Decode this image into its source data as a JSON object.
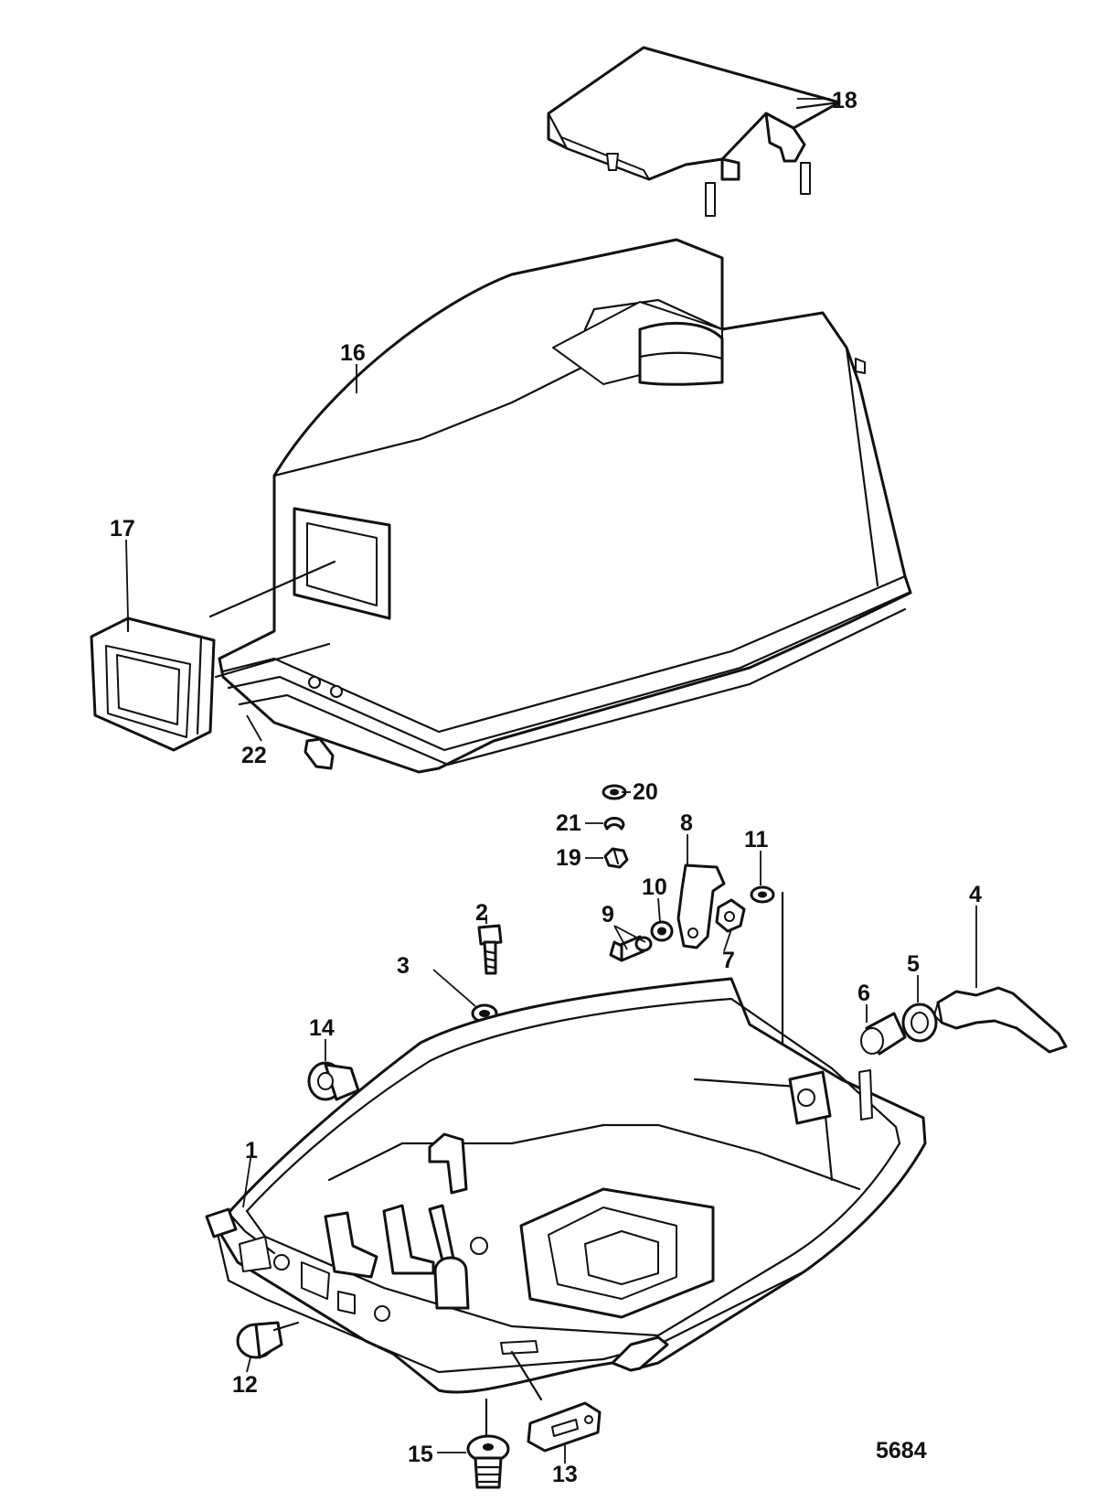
{
  "callouts": [
    {
      "id": "1",
      "text": "1"
    },
    {
      "id": "2",
      "text": "2"
    },
    {
      "id": "3",
      "text": "3"
    },
    {
      "id": "4",
      "text": "4"
    },
    {
      "id": "5",
      "text": "5"
    },
    {
      "id": "6",
      "text": "6"
    },
    {
      "id": "7",
      "text": "7"
    },
    {
      "id": "8",
      "text": "8"
    },
    {
      "id": "9",
      "text": "9"
    },
    {
      "id": "10",
      "text": "10"
    },
    {
      "id": "11",
      "text": "11"
    },
    {
      "id": "12",
      "text": "12"
    },
    {
      "id": "13",
      "text": "13"
    },
    {
      "id": "14",
      "text": "14"
    },
    {
      "id": "15",
      "text": "15"
    },
    {
      "id": "16",
      "text": "16"
    },
    {
      "id": "17",
      "text": "17"
    },
    {
      "id": "18",
      "text": "18"
    },
    {
      "id": "19",
      "text": "19"
    },
    {
      "id": "20",
      "text": "20"
    },
    {
      "id": "21",
      "text": "21"
    },
    {
      "id": "22",
      "text": "22"
    }
  ],
  "figure_number": "5684",
  "colors": {
    "ink": "#111111",
    "paper": "#ffffff"
  }
}
